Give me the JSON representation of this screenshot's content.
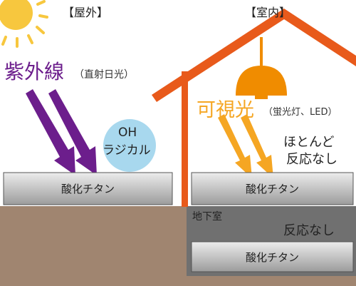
{
  "outdoor": {
    "title": "【屋外】",
    "uv_label": "紫外線",
    "uv_source": "（直射日光）",
    "oh_label": "OH",
    "radical_label": "ラジカル",
    "plate_label": "酸化チタン"
  },
  "indoor": {
    "title": "【室内】",
    "visible_label": "可視光",
    "visible_source": "（蛍光灯、LED）",
    "reaction_line1": "ほとんど",
    "reaction_line2": "反応なし",
    "plate_label": "酸化チタン"
  },
  "basement": {
    "title": "地下室",
    "reaction_label": "反応なし",
    "plate_label": "酸化チタン"
  },
  "colors": {
    "sun": "#f7c73e",
    "uv_arrow": "#6c1e8c",
    "visible_arrow": "#f5a623",
    "lamp": "#f08c00",
    "house": "#e85a1b",
    "radical_bubble": "#a8d8ee",
    "ground": "#a08570",
    "basement": "#707070",
    "plate": "#c6c6c6"
  },
  "icons": [
    "sun-icon",
    "lamp-icon"
  ]
}
